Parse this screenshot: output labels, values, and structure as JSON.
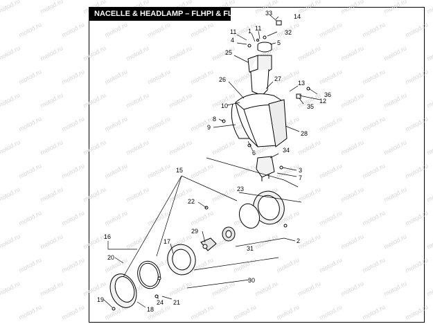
{
  "title": "NACELLE & HEADLAMP – FLHPI & FLHPEI",
  "watermark": "motod.ru",
  "callouts": [
    "33",
    "14",
    "1",
    "11",
    "11",
    "4",
    "5",
    "32",
    "25",
    "26",
    "27",
    "13",
    "36",
    "12",
    "35",
    "10",
    "8",
    "9",
    "28",
    "6",
    "34",
    "3",
    "7",
    "15",
    "23",
    "22",
    "2",
    "29",
    "17",
    "31",
    "16",
    "20",
    "30",
    "19",
    "24",
    "21",
    "18"
  ]
}
